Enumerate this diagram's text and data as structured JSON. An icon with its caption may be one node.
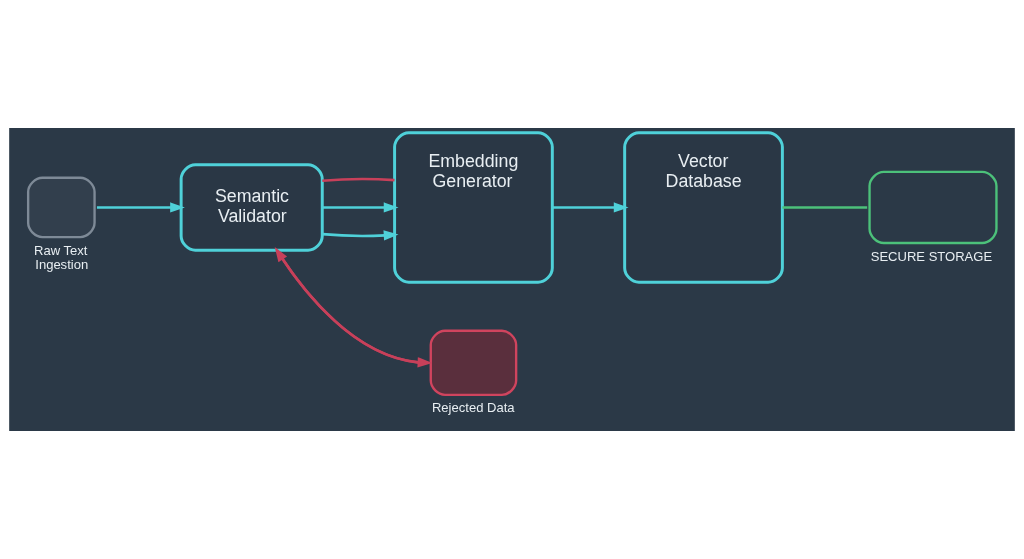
{
  "diagram": {
    "nodes": [
      {
        "text": [
          "Raw Text Ingestion"
        ]
      },
      {
        "text": [
          "Semantic Validator"
        ]
      },
      {
        "text": [
          "Embedding Generator"
        ]
      },
      {
        "text": [
          "Vector Database"
        ]
      },
      {
        "text": [
          "SECURE STORAGE"
        ]
      },
      {
        "text": [
          "Rejected Data"
        ]
      }
    ],
    "edges": [
      {
        "from": 0,
        "to": 1,
        "arrow": "to"
      },
      {
        "from": 1,
        "to": 2,
        "arrow": "to"
      },
      {
        "from": 1,
        "to": 2,
        "arrow": "to"
      },
      {
        "from": 1,
        "to": 2,
        "arrow": "none",
        "color": "#c8405a"
      },
      {
        "from": 1,
        "to": 5,
        "arrow": "to",
        "color": "#c8405a"
      },
      {
        "from": 5,
        "to": 1,
        "arrow": "to",
        "color": "#c8405a"
      },
      {
        "from": 2,
        "to": 3,
        "arrow": "to"
      },
      {
        "from": 3,
        "to": 4,
        "arrow": "none",
        "color": "#4cc17a"
      }
    ]
  }
}
